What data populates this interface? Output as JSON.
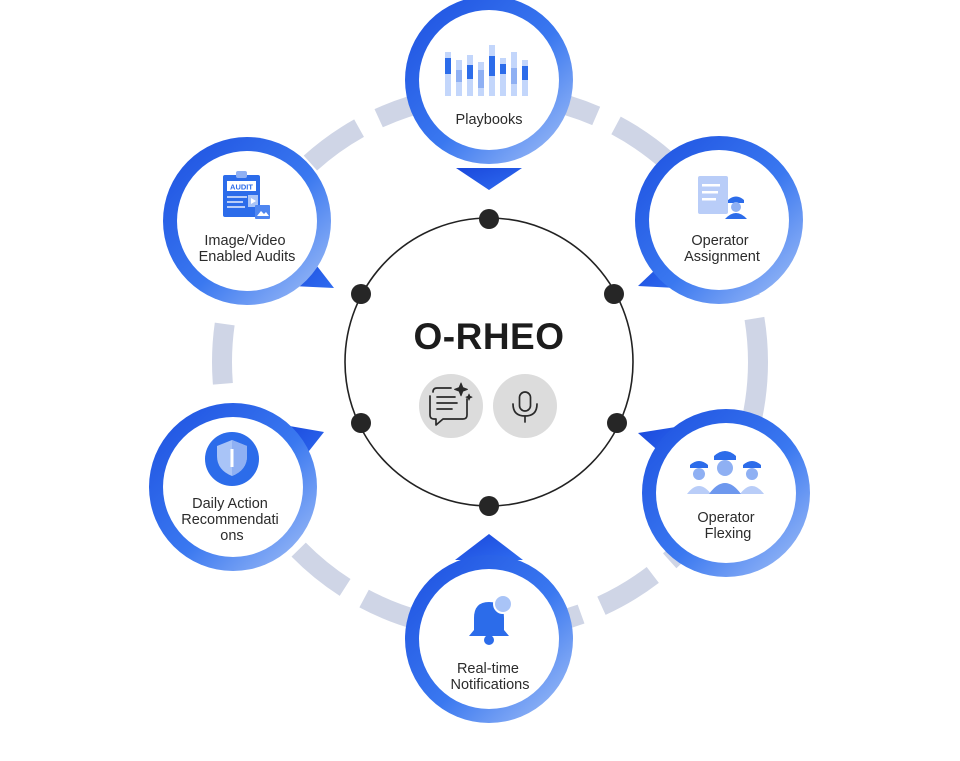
{
  "hub": {
    "title": "O-RHEO",
    "buttons": [
      {
        "icon": "ai-chat-sparkle-icon"
      },
      {
        "icon": "microphone-icon"
      }
    ]
  },
  "nodes": [
    {
      "id": "playbooks",
      "icon": "bar-chart-icon",
      "lines": [
        "Playbooks"
      ]
    },
    {
      "id": "operator-assignment",
      "icon": "document-worker-icon",
      "lines": [
        "Operator",
        "Assignment"
      ]
    },
    {
      "id": "operator-flexing",
      "icon": "worker-group-icon",
      "lines": [
        "Operator",
        "Flexing"
      ]
    },
    {
      "id": "real-time-notifications",
      "icon": "bell-icon",
      "lines": [
        "Real-time",
        "Notifications"
      ]
    },
    {
      "id": "daily-action-recommendations",
      "icon": "shield-icon",
      "lines": [
        "Daily Action",
        "Recommendati",
        "ons"
      ]
    },
    {
      "id": "image-video-enabled-audits",
      "icon": "audit-clipboard-icon",
      "lines": [
        "Image/Video",
        "Enabled Audits"
      ]
    }
  ],
  "colors": {
    "ring": "#cfd5e6",
    "node_blue": "#1f5fe8",
    "node_light": "#9cb8f5",
    "connector_dot": "#262626",
    "hub_button": "#dcdcdc"
  }
}
